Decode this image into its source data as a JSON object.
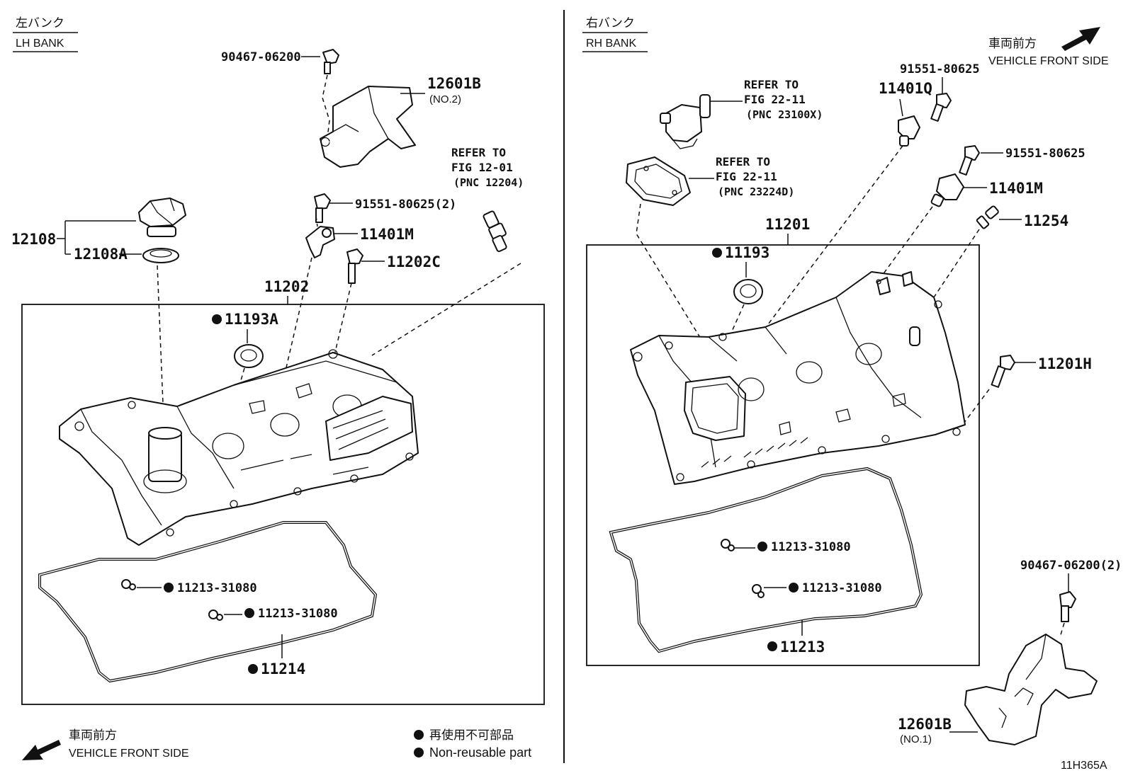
{
  "colors": {
    "ink": "#111111",
    "paper": "#ffffff"
  },
  "headers": {
    "lh_jp": "左バンク",
    "lh_en": "LH BANK",
    "rh_jp": "右バンク",
    "rh_en": "RH BANK"
  },
  "front": {
    "jp": "車両前方",
    "en": "VEHICLE FRONT SIDE"
  },
  "legend": {
    "jp": "再使用不可部品",
    "en": "Non-reusable part"
  },
  "figure_code": "11H365A",
  "lh": {
    "p90467": "90467-06200",
    "p12601b": "12601B",
    "p12601b_sub": "(NO.2)",
    "refer_line1": "REFER TO",
    "refer_line2": "FIG 12-01",
    "refer_line3": "(PNC 12204)",
    "p91551": "91551-80625(2)",
    "p11401m": "11401M",
    "p11202c": "11202C",
    "p12108": "12108",
    "p12108a": "12108A",
    "p11202": "11202",
    "p11193a": "11193A",
    "p11213_a": "11213-31080",
    "p11213_b": "11213-31080",
    "p11214": "11214"
  },
  "rh": {
    "refer1_line1": "REFER TO",
    "refer1_line2": "FIG 22-11",
    "refer1_line3": "(PNC 23100X)",
    "refer2_line1": "REFER TO",
    "refer2_line2": "FIG 22-11",
    "refer2_line3": "(PNC 23224D)",
    "p91551_a": "91551-80625",
    "p11401q": "11401Q",
    "p91551_b": "91551-80625",
    "p11401m": "11401M",
    "p11254": "11254",
    "p11201": "11201",
    "p11193": "11193",
    "p11201h": "11201H",
    "p11213_a": "11213-31080",
    "p11213_b": "11213-31080",
    "p11213": "11213",
    "p90467": "90467-06200(2)",
    "p12601b": "12601B",
    "p12601b_sub": "(NO.1)"
  }
}
